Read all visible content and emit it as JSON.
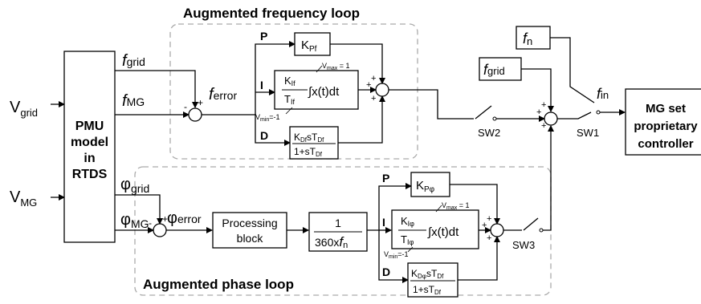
{
  "loops": {
    "frequency_title": "Augmented frequency loop",
    "phase_title": "Augmented phase loop"
  },
  "inputs": {
    "v_grid": "V",
    "v_grid_sub": "grid",
    "v_mg": "V",
    "v_mg_sub": "MG"
  },
  "pmu": {
    "line1": "PMU",
    "line2": "model",
    "line3": "in",
    "line4": "RTDS"
  },
  "signals": {
    "f_grid": "f",
    "f_grid_sub": "grid",
    "f_mg": "f",
    "f_mg_sub": "MG",
    "f_error": "f",
    "f_error_sub": "error",
    "phi_grid": "φ",
    "phi_grid_sub": "grid",
    "phi_mg": "φ",
    "phi_mg_sub": "MG",
    "phi_error": "φ",
    "phi_error_sub": "error",
    "f_n": "f",
    "f_n_sub": "n",
    "f_grid_ref": "f",
    "f_grid_ref_sub": "grid",
    "f_in": "f",
    "f_in_sub": "in"
  },
  "freq_loop": {
    "p_label": "P",
    "i_label": "I",
    "d_label": "D",
    "kp": "K",
    "kp_sub": "Pf",
    "ki": "K",
    "ki_sub": "If",
    "ti": "T",
    "ti_sub": "If",
    "integral": "∫x(t)dt",
    "vmax": "V",
    "vmax_sub": "max",
    "vmax_val": " = 1",
    "vmin": "V",
    "vmin_sub": "min",
    "vmin_val": "=-1",
    "kd": "K",
    "kd_sub": "Df",
    "kd_s": "sT",
    "kd_s_sub": "Df",
    "den": "1+sT",
    "den_sub": "Df"
  },
  "phase_loop": {
    "p_label": "P",
    "i_label": "I",
    "d_label": "D",
    "kp": "K",
    "kp_sub": "Pφ",
    "ki": "K",
    "ki_sub": "Iφ",
    "ti": "T",
    "ti_sub": "Iφ",
    "integral": "∫x(t)dt",
    "vmax": "V",
    "vmax_sub": "max",
    "vmax_val": " = 1",
    "vmin": "V",
    "vmin_sub": "min",
    "vmin_val": "=-1",
    "kd": "K",
    "kd_sub": "Dφ",
    "kd_s": "sT",
    "kd_s_sub": "Df",
    "den": "1+sT",
    "den_sub": "Df"
  },
  "processing": {
    "line1": "Processing",
    "line2": "block"
  },
  "scale": {
    "num": "1",
    "den": "360x",
    "den_f": "f",
    "den_f_sub": "n"
  },
  "switches": {
    "sw1": "SW1",
    "sw2": "SW2",
    "sw3": "SW3"
  },
  "controller": {
    "line1": "MG set",
    "line2": "proprietary",
    "line3": "controller"
  },
  "signs": {
    "plus": "+",
    "minus": "-"
  }
}
